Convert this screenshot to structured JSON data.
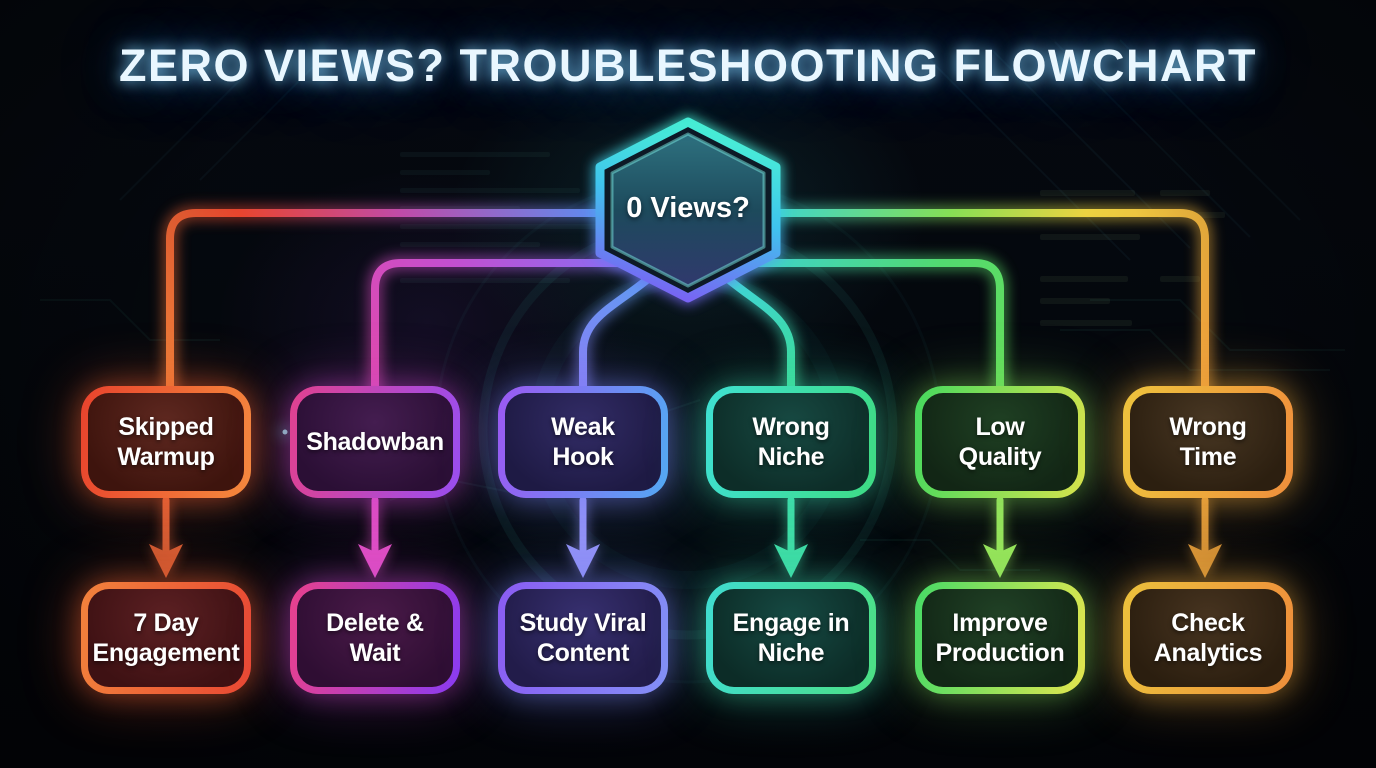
{
  "title": "ZERO VIEWS? TROUBLESHOOTING FLOWCHART",
  "root": {
    "label": "0 Views?",
    "stroke": [
      "#49f0d4",
      "#3fc4ee",
      "#7d5cf4"
    ],
    "fill": [
      "#2e7280",
      "#1d4a5c",
      "#31386e"
    ]
  },
  "columns": [
    {
      "cause": "Skipped Warmup",
      "cause_lines": [
        "Skipped",
        "Warmup"
      ],
      "solution": "7 Day Engagement",
      "solution_lines": [
        "7 Day",
        "Engagement"
      ],
      "accent": "#f0683a",
      "line": [
        "#5b8df2",
        "#c04ba8",
        "#e8452e",
        "#f2813a"
      ]
    },
    {
      "cause": "Shadowban",
      "cause_lines": [
        "Shadowban"
      ],
      "solution": "Delete & Wait",
      "solution_lines": [
        "Delete &",
        "Wait"
      ],
      "accent": "#df4fc4",
      "line": [
        "#8a6cf2",
        "#c44fd0",
        "#de4aae"
      ]
    },
    {
      "cause": "Weak Hook",
      "cause_lines": [
        "Weak",
        "Hook"
      ],
      "solution": "Study Viral Content",
      "solution_lines": [
        "Study Viral",
        "Content"
      ],
      "accent": "#9292f7",
      "line": [
        "#5f9af2",
        "#8a80f5"
      ]
    },
    {
      "cause": "Wrong Niche",
      "cause_lines": [
        "Wrong",
        "Niche"
      ],
      "solution": "Engage in Niche",
      "solution_lines": [
        "Engage in",
        "Niche"
      ],
      "accent": "#3fdca6",
      "line": [
        "#40d4d8",
        "#3cdb96"
      ]
    },
    {
      "cause": "Low Quality",
      "cause_lines": [
        "Low",
        "Quality"
      ],
      "solution": "Improve Production",
      "solution_lines": [
        "Improve",
        "Production"
      ],
      "accent": "#97e45c",
      "line": [
        "#3ed2cc",
        "#52da70",
        "#63de5c"
      ]
    },
    {
      "cause": "Wrong Time",
      "cause_lines": [
        "Wrong",
        "Time"
      ],
      "solution": "Check Analytics",
      "solution_lines": [
        "Check",
        "Analytics"
      ],
      "accent": "#f2a63e",
      "line": [
        "#3ed4cc",
        "#86df55",
        "#ecd341",
        "#f2a03c"
      ]
    }
  ]
}
